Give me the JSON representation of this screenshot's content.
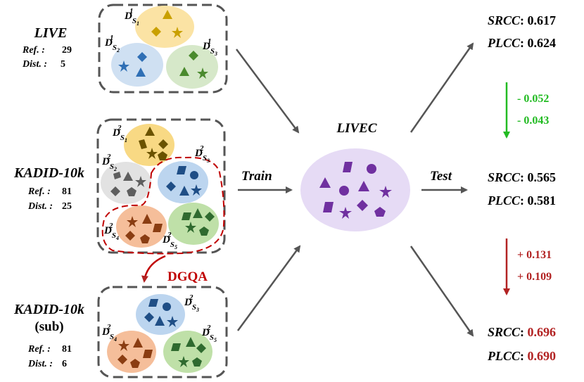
{
  "datasets": [
    {
      "name": "LIVE",
      "ref_label": "Ref. :",
      "ref_value": "29",
      "dist_label": "Dist. :",
      "dist_value": "5"
    },
    {
      "name": "KADID-10k",
      "ref_label": "Ref. :",
      "ref_value": "81",
      "dist_label": "Dist. :",
      "dist_value": "25"
    },
    {
      "name": "KADID-10k",
      "name_line2": "(sub)",
      "ref_label": "Ref. :",
      "ref_value": "81",
      "dist_label": "Dist. :",
      "dist_value": "6"
    }
  ],
  "subsets": {
    "live": [
      {
        "base": "D",
        "sub": "S",
        "subsub": "1",
        "sup": "1",
        "color": "#fbe3a4"
      },
      {
        "base": "D",
        "sub": "S",
        "subsub": "2",
        "sup": "1",
        "color": "#cfe0f2"
      },
      {
        "base": "D",
        "sub": "S",
        "subsub": "3",
        "sup": "1",
        "color": "#d6e8c9"
      }
    ],
    "kadid": [
      {
        "base": "D",
        "sub": "S",
        "subsub": "1",
        "sup": "2",
        "color": "#f8d984"
      },
      {
        "base": "D",
        "sub": "S",
        "subsub": "2",
        "sup": "2",
        "color": "#e2e2e2"
      },
      {
        "base": "D",
        "sub": "S",
        "subsub": "3",
        "sup": "2",
        "color": "#bcd5ef"
      },
      {
        "base": "D",
        "sub": "S",
        "subsub": "4",
        "sup": "2",
        "color": "#f5be9a"
      },
      {
        "base": "D",
        "sub": "S",
        "subsub": "5",
        "sup": "2",
        "color": "#bfe0a8"
      }
    ],
    "kadid_sub": [
      {
        "base": "D",
        "sub": "S",
        "subsub": "3",
        "sup": "2",
        "color": "#bcd5ef"
      },
      {
        "base": "D",
        "sub": "S",
        "subsub": "4",
        "sup": "2",
        "color": "#f5be9a"
      },
      {
        "base": "D",
        "sub": "S",
        "subsub": "5",
        "sup": "2",
        "color": "#bfe0a8"
      }
    ]
  },
  "dgqa_label": "DGQA",
  "train_label": "Train",
  "test_label": "Test",
  "target": {
    "name": "LIVEC",
    "color": "#e6dbf5"
  },
  "results": [
    {
      "srcc_label": "SRCC",
      "srcc_value": "0.617",
      "plcc_label": "PLCC",
      "plcc_value": "0.624",
      "value_color": "#000000"
    },
    {
      "srcc_label": "SRCC",
      "srcc_value": "0.565",
      "plcc_label": "PLCC",
      "plcc_value": "0.581",
      "value_color": "#000000"
    },
    {
      "srcc_label": "SRCC",
      "srcc_value": "0.696",
      "plcc_label": "PLCC",
      "plcc_value": "0.690",
      "value_color": "#b22222"
    }
  ],
  "deltas": [
    {
      "line1": "- 0.052",
      "line2": "- 0.043",
      "color": "#22bb22"
    },
    {
      "line1": "+ 0.131",
      "line2": "+ 0.109",
      "color": "#b22222"
    }
  ],
  "colors": {
    "live_s1_shapes": "#c9a000",
    "live_s2_shapes": "#2f6fb5",
    "live_s3_shapes": "#4b8a2e",
    "kadid_s1_shapes": "#6b5300",
    "kadid_s2_shapes": "#5e5e5e",
    "kadid_s3_shapes": "#1f4e86",
    "kadid_s4_shapes": "#8a3d12",
    "kadid_s5_shapes": "#2f6a2f",
    "livec_shapes": "#7030a0",
    "dgqa": "#c00000",
    "box_border": "#555555"
  }
}
